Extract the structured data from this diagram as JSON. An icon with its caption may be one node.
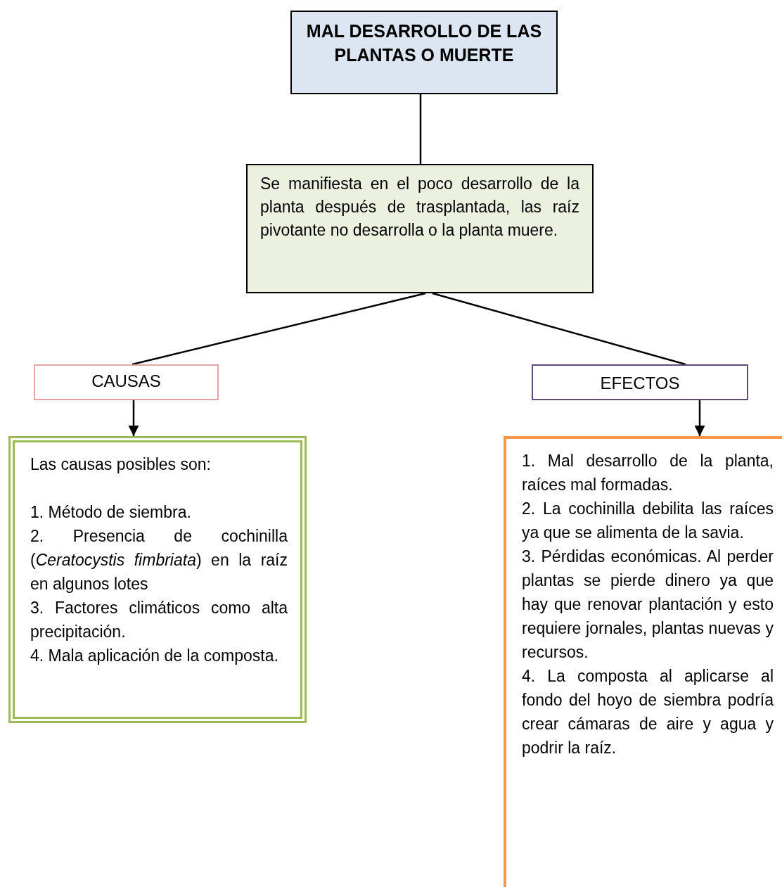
{
  "diagram": {
    "nodes": [
      {
        "text": [
          "MAL DESARROLLO DE LAS PLANTAS O MUERTE"
        ]
      },
      {
        "text": [
          "Se manifiesta en el poco desarrollo de la planta después de trasplantada, las raíz pivotante no desarrolla o la planta muere."
        ]
      },
      {
        "text": [
          "CAUSAS"
        ]
      },
      {
        "text": [
          "EFECTOS"
        ]
      },
      {
        "text": [
          "Las causas posibles son:",
          "1. Método de siembra.",
          "2. Presencia de cochinilla (*Ceratocystis fimbriata*) en la raíz en algunos lotes",
          "3. Factores climáticos como alta precipitación.",
          "4. Mala aplicación de la composta."
        ]
      },
      {
        "text": [
          "1. Mal desarrollo de la planta, raíces mal formadas.",
          "2. La cochinilla debilita las raíces ya que se alimenta de la savia.",
          "3. Pérdidas económicas. Al perder plantas se pierde dinero ya que hay que renovar plantación y esto requiere jornales, plantas nuevas y recursos.",
          "4. La composta al aplicarse al fondo del hoyo de siembra podría crear cámaras de aire y agua y podrir la raíz."
        ]
      }
    ],
    "edges": [
      {
        "from": 0,
        "to": 1,
        "arrow": "none"
      },
      {
        "from": 1,
        "to": 2,
        "arrow": "none"
      },
      {
        "from": 1,
        "to": 3,
        "arrow": "none"
      },
      {
        "from": 2,
        "to": 4,
        "arrow": "to"
      },
      {
        "from": 3,
        "to": 5,
        "arrow": "to"
      }
    ]
  }
}
